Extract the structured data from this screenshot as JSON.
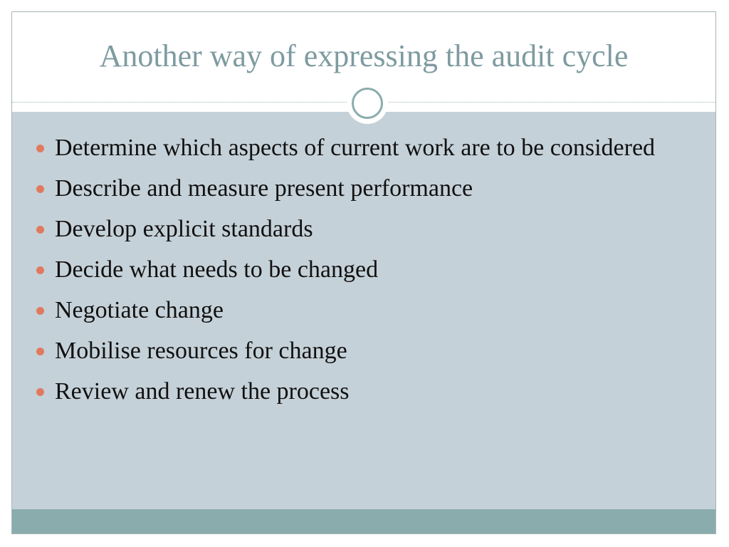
{
  "slide": {
    "title": "Another way of expressing the audit cycle",
    "bullets": [
      "Determine which aspects of current work are to be considered",
      "Describe and measure present performance",
      "Develop explicit standards",
      "Decide what needs to be changed",
      "Negotiate change",
      "Mobilise resources for change",
      "Review and renew the process"
    ]
  },
  "colors": {
    "title": "#7e9ba0",
    "content_background": "#c5d1d8",
    "footer_band": "#8aacad",
    "bullet": "#e07a5f",
    "text": "#111111"
  }
}
